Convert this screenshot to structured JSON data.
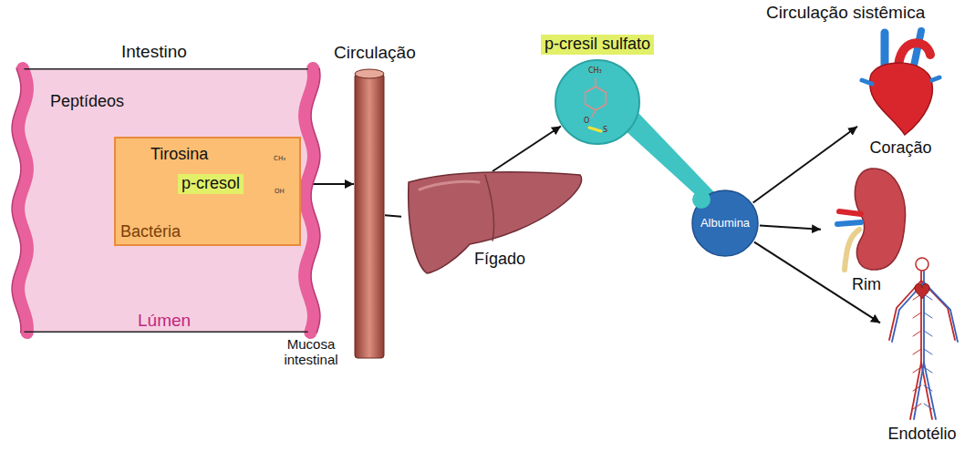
{
  "diagram": {
    "nodes": [
      {
        "text": [
          "Intestino",
          "Lúmen"
        ]
      },
      {
        "text": [
          "Peptídeos"
        ],
        "in": 0
      },
      {
        "text": [
          "Bactéria"
        ],
        "in": 0
      },
      {
        "text": [
          "Tirosina"
        ],
        "in": 2
      },
      {
        "text": [
          "p-cresol"
        ],
        "in": 2
      },
      {
        "text": [
          "Circulação"
        ]
      },
      {
        "text": [
          "Fígado"
        ]
      },
      {
        "text": [
          "p-cresil sulfato"
        ]
      },
      {
        "text": [
          "Albumina"
        ]
      },
      {
        "text": [
          "Coração"
        ]
      },
      {
        "text": [
          "Rim"
        ]
      },
      {
        "text": [
          "Endotélio"
        ]
      }
    ],
    "edges": [
      {
        "from": 1,
        "to": 3,
        "arrow": "to"
      },
      {
        "from": 3,
        "to": 4,
        "arrow": "to"
      },
      {
        "from": 4,
        "to": 5,
        "arrow": "to"
      },
      {
        "from": 5,
        "to": 6,
        "arrow": "none"
      },
      {
        "from": 6,
        "to": 7,
        "arrow": "to"
      },
      {
        "from": 8,
        "to": 9,
        "arrow": "to"
      },
      {
        "from": 8,
        "to": 10,
        "arrow": "to"
      },
      {
        "from": 8,
        "to": 11,
        "arrow": "to"
      }
    ],
    "labels": [
      "Mucosa intestinal",
      "Circulação sistêmica",
      "CH₃",
      "OH",
      "CH₃",
      "O",
      "S"
    ]
  }
}
